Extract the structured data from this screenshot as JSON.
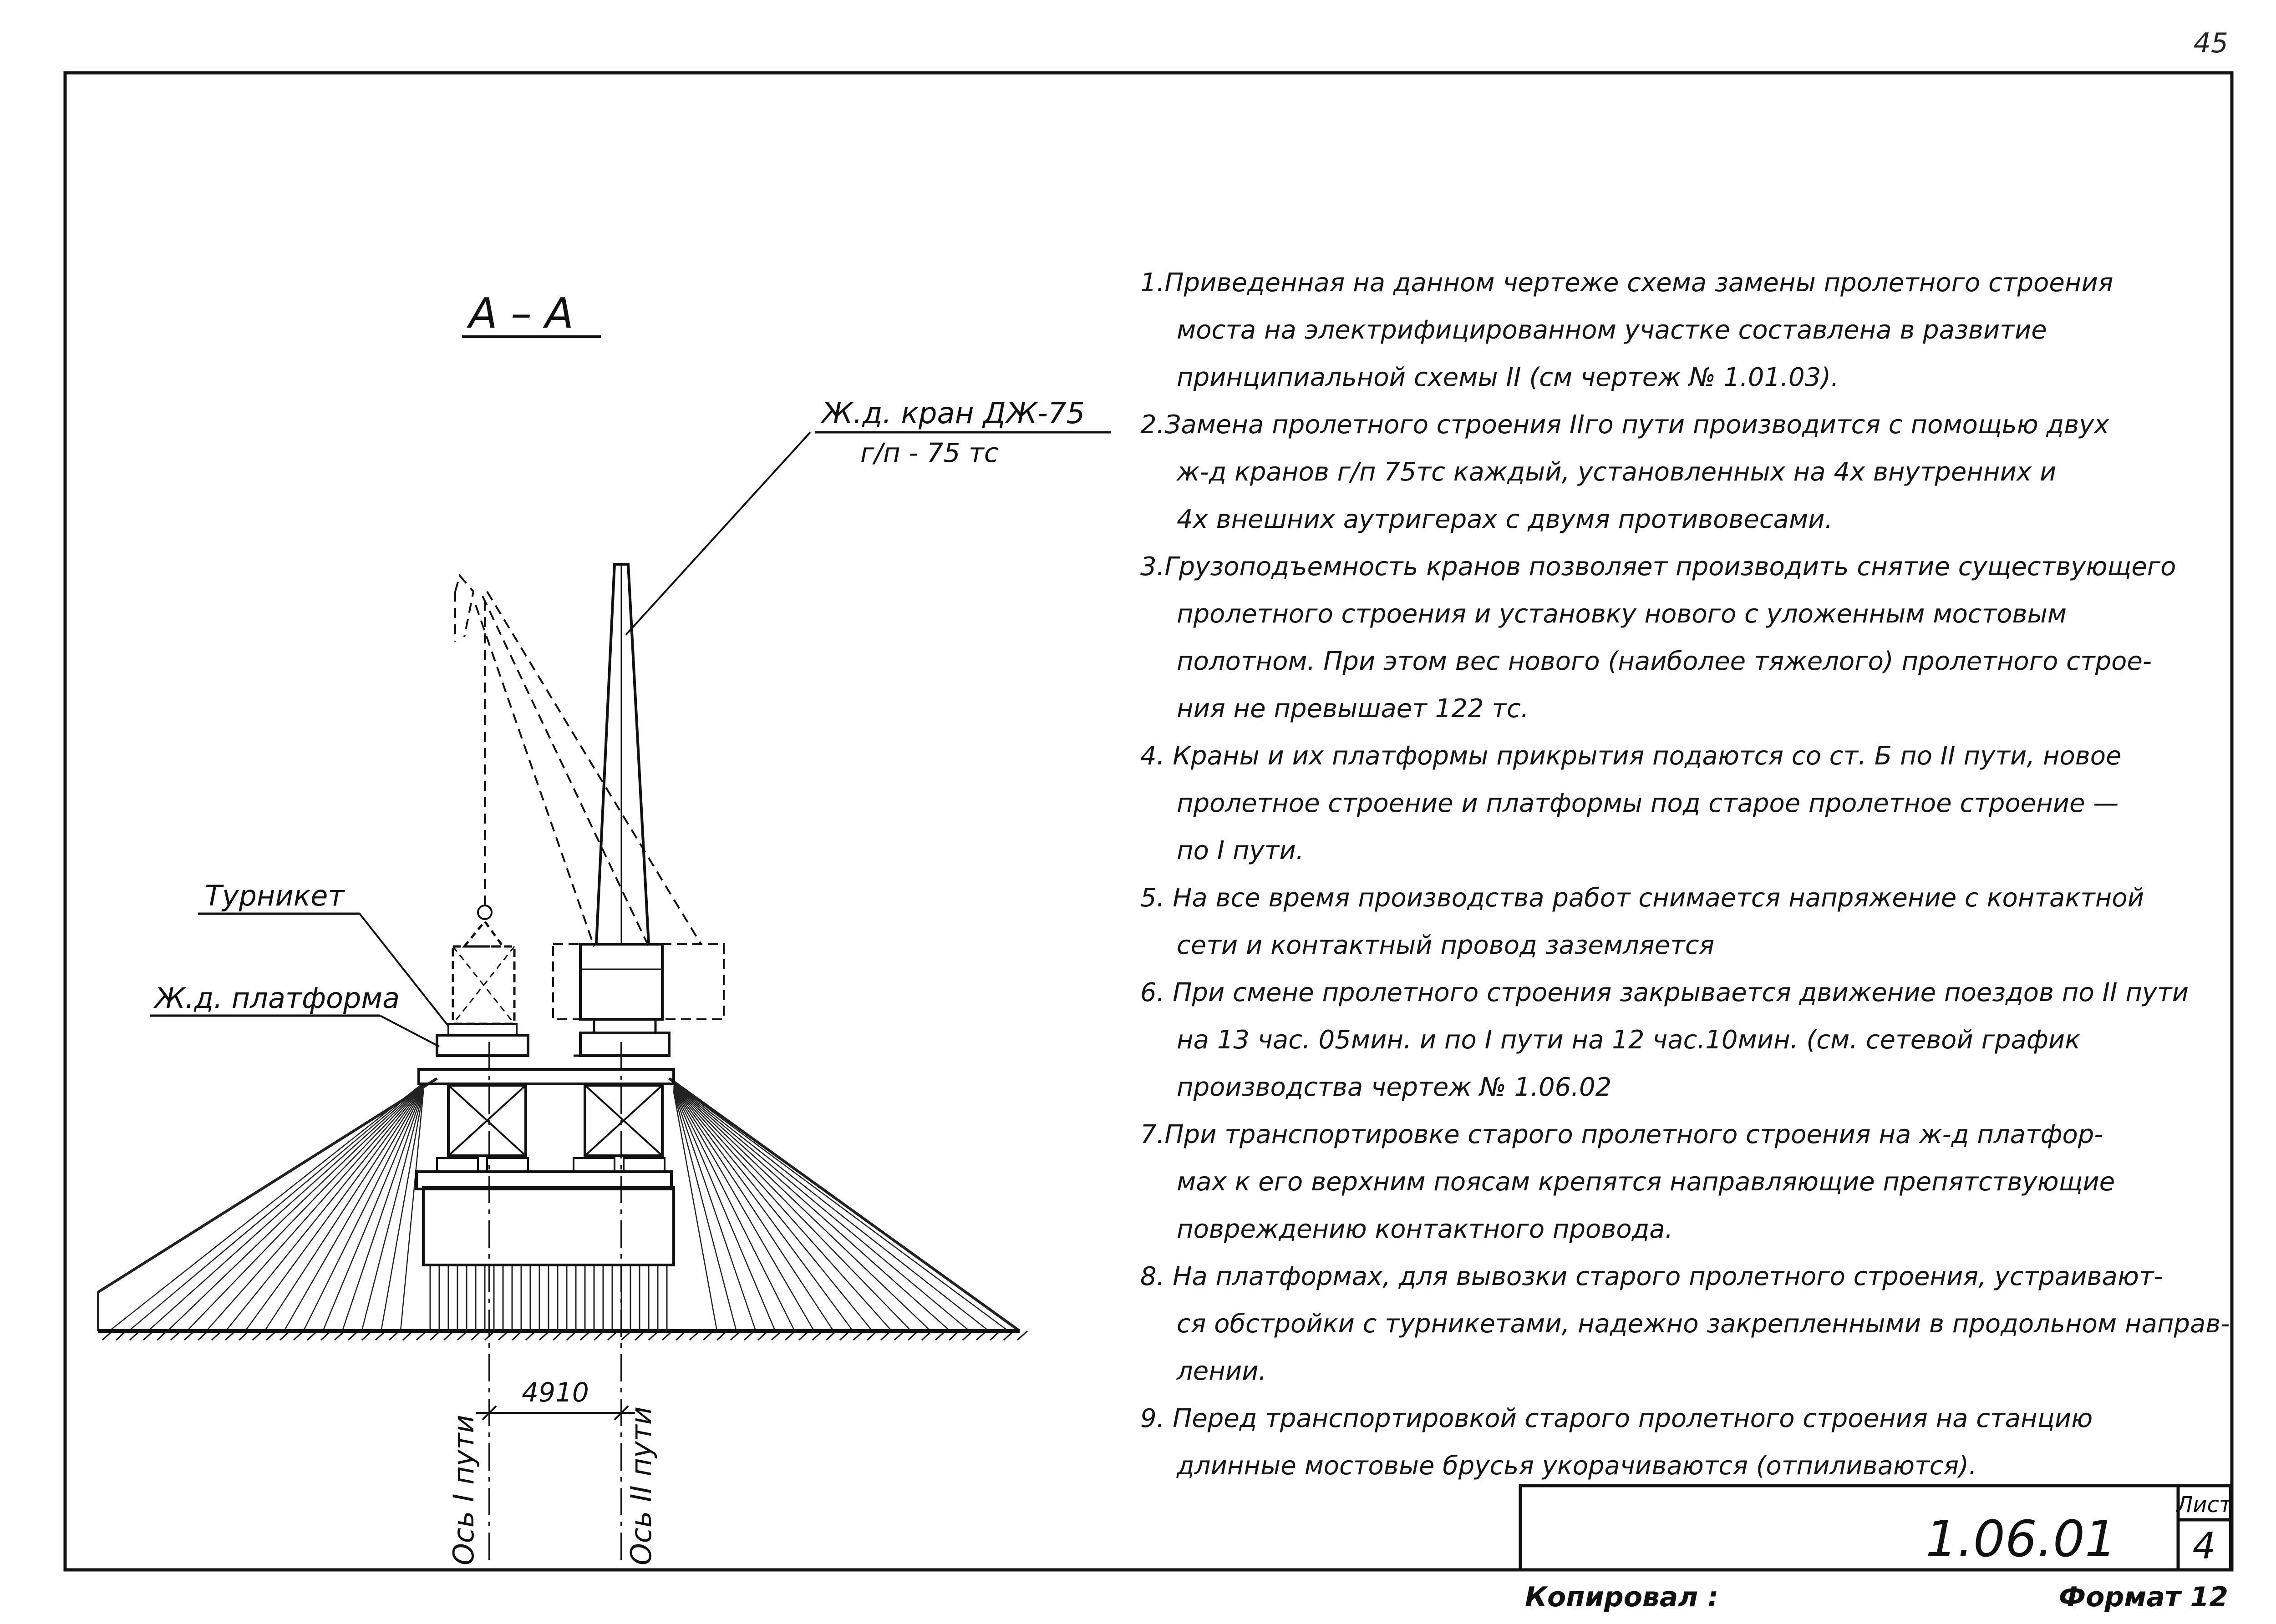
{
  "sheet": {
    "page_number": "45",
    "section_label": "А – А",
    "crane_label": "Ж.д. кран ДЖ-75",
    "crane_capacity": "г/п - 75 тс",
    "turnstile_label": "Турникет",
    "platform_label": "Ж.д. платформа",
    "dimension": "4910",
    "axis_1": "Ось I пути",
    "axis_2": "Ось II пути"
  },
  "notes": [
    {
      "lines": [
        "1.Приведенная на данном чертеже схема замены пролетного строения",
        "моста на электрифицированном участке составлена в развитие",
        "принципиальной схемы II (см чертеж №                    1.01.03)."
      ]
    },
    {
      "lines": [
        "2.Замена пролетного строения IIго пути производится с помощью двух",
        "ж-д кранов г/п 75тс каждый, установленных на 4х внутренних и",
        "4х внешних аутригерах с двумя противовесами."
      ]
    },
    {
      "lines": [
        "3.Грузоподъемность кранов позволяет производить снятие существующего",
        "пролетного строения и установку нового с уложенным мостовым",
        "полотном. При этом вес нового (наиболее тяжелого) пролетного строе-",
        "ния не превышает 122 тс."
      ]
    },
    {
      "lines": [
        "4. Краны и их платформы прикрытия подаются со ст. Б по II пути, новое",
        "пролетное строение и платформы под старое пролетное строение —",
        "по I пути."
      ]
    },
    {
      "lines": [
        "5. На все время производства работ снимается напряжение с контактной",
        "сети и контактный провод заземляется"
      ]
    },
    {
      "lines": [
        "6. При смене пролетного строения закрывается движение поездов по II пути",
        "на 13 час. 05мин. и по I пути на 12 час.10мин. (см. сетевой график",
        "производства чертеж №              1.06.02"
      ]
    },
    {
      "lines": [
        "7.При транспортировке старого пролетного строения на ж-д платфор-",
        "мах к его верхним поясам крепятся направляющие препятствующие",
        "повреждению контактного провода."
      ]
    },
    {
      "lines": [
        "8. На платформах, для вывозки старого пролетного строения, устраивают-",
        "ся обстройки с турникетами, надежно закрепленными в продольном направ-",
        "лении."
      ]
    },
    {
      "lines": [
        "9. Перед транспортировкой старого пролетного строения на станцию",
        "длинные мостовые брусья укорачиваются (отпиливаются)."
      ]
    }
  ],
  "title_block": {
    "drawing_number": "1.06.01",
    "sheet_label": "Лист",
    "sheet_number": "4",
    "copied_by": "Копировал :",
    "format": "Формат 12"
  }
}
